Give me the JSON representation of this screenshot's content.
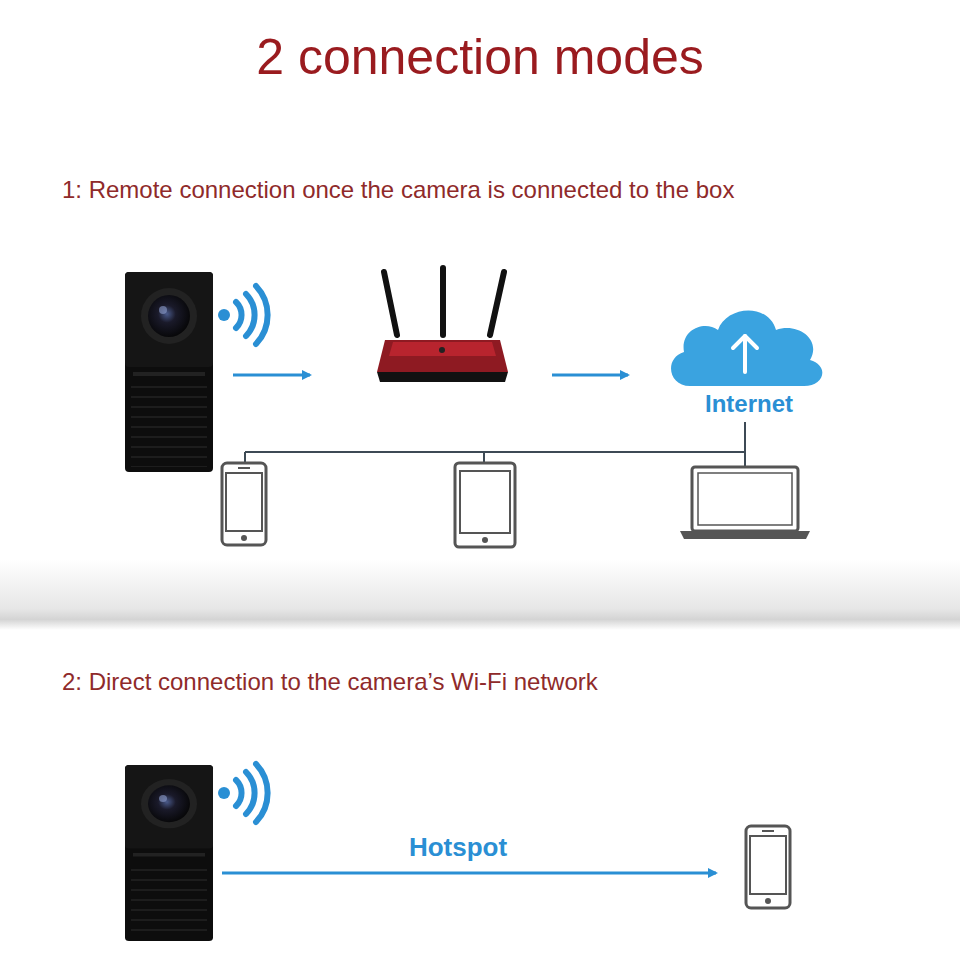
{
  "diagram": {
    "title": "2 connection modes",
    "nodes": [
      {
        "text": [
          "Internet"
        ]
      }
    ],
    "labels": [
      "1: Remote connection once the camera is connected to the box",
      "2: Direct connection to the camera’s Wi-Fi network",
      "Hotspot"
    ]
  }
}
